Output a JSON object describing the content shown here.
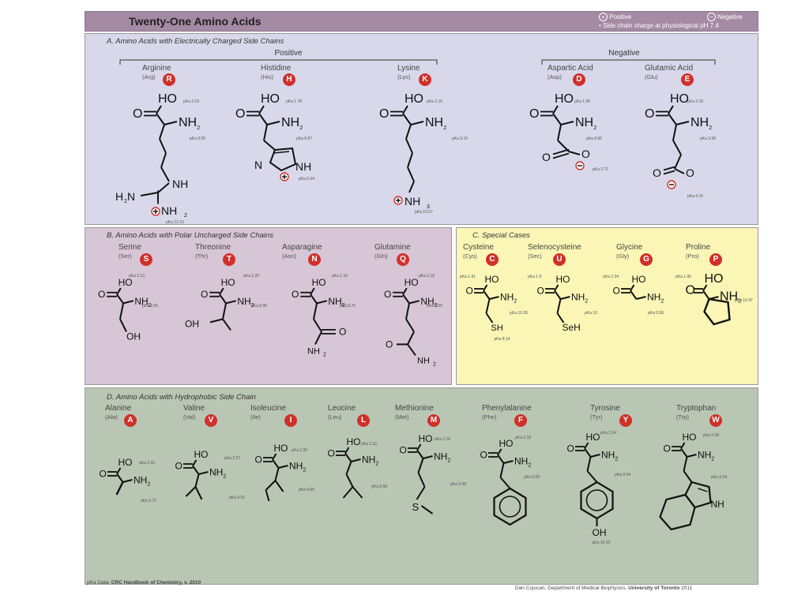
{
  "header": {
    "title": "Twenty-One Amino Acids",
    "legend_positive": "Positive",
    "legend_negative": "Negative",
    "legend_note": "• Side chain charge at physiological pH 7.4"
  },
  "panels": {
    "a": {
      "title": "A.   Amino Acids with Electrically Charged Side Chains",
      "positive": "Positive",
      "negative": "Negative"
    },
    "b": {
      "title": "B.   Amino Acids with Polar Uncharged Side Chains"
    },
    "c": {
      "title": "C.   Special Cases"
    },
    "d": {
      "title": "D.   Amino Acids with Hydrophobic Side Chain"
    }
  },
  "acids": [
    {
      "name": "Arginine",
      "abbr": "(Arg)",
      "letter": "R"
    },
    {
      "name": "Histidine",
      "abbr": "(His)",
      "letter": "H"
    },
    {
      "name": "Lysine",
      "abbr": "(Lys)",
      "letter": "K"
    },
    {
      "name": "Aspartic Acid",
      "abbr": "(Asp)",
      "letter": "D"
    },
    {
      "name": "Glutamic Acid",
      "abbr": "(Glu)",
      "letter": "E"
    },
    {
      "name": "Serine",
      "abbr": "(Ser)",
      "letter": "S"
    },
    {
      "name": "Threonine",
      "abbr": "(Thr)",
      "letter": "T"
    },
    {
      "name": "Asparagine",
      "abbr": "(Asn)",
      "letter": "N"
    },
    {
      "name": "Glutamine",
      "abbr": "(Gln)",
      "letter": "Q"
    },
    {
      "name": "Cysteine",
      "abbr": "(Cys)",
      "letter": "C"
    },
    {
      "name": "Selenocysteine",
      "abbr": "(Sec)",
      "letter": "U"
    },
    {
      "name": "Glycine",
      "abbr": "(Gly)",
      "letter": "G"
    },
    {
      "name": "Proline",
      "abbr": "(Pro)",
      "letter": "P"
    },
    {
      "name": "Alanine",
      "abbr": "(Ala)",
      "letter": "A"
    },
    {
      "name": "Valine",
      "abbr": "(Val)",
      "letter": "V"
    },
    {
      "name": "Isoleucine",
      "abbr": "(Ile)",
      "letter": "I"
    },
    {
      "name": "Leucine",
      "abbr": "(Leu)",
      "letter": "L"
    },
    {
      "name": "Methionine",
      "abbr": "(Met)",
      "letter": "M"
    },
    {
      "name": "Phenylalanine",
      "abbr": "(Phe)",
      "letter": "F"
    },
    {
      "name": "Tyrosine",
      "abbr": "(Tyr)",
      "letter": "Y"
    },
    {
      "name": "Tryptophan",
      "abbr": "(Trp)",
      "letter": "W"
    }
  ],
  "labels": {
    "ho": "HO",
    "o": "O",
    "nh2": "NH",
    "sub2": "2",
    "sub3": "3",
    "nh": "NH",
    "n": "N",
    "h2n": "H",
    "oh": "OH",
    "sh": "SH",
    "seh": "SeH",
    "s": "S"
  },
  "pka": [
    "pKa 2.03",
    "pKa 9.00",
    "pKa 12.10",
    "pKa 1.78",
    "pKa 8.97",
    "pKa 6.04",
    "pKa 2.15",
    "pKa 9.16",
    "pKa 10.67",
    "pKa 1.95",
    "pKa 9.66",
    "pKa 3.71",
    "pKa 2.16",
    "pKa 9.58",
    "pKa 4.15",
    "pKa 2.13",
    "pKa 9.05",
    "pKa 2.20",
    "pKa 8.96",
    "pKa 2.16",
    "pKa 8.76",
    "pKa 2.18",
    "pKa 9.00",
    "pKa 1.91",
    "pKa 10.28",
    "pKa 8.14",
    "pKa 1.9",
    "pKa 10",
    "pKa 2.34",
    "pKa 9.58",
    "pKa 1.95",
    "pKa 10.47",
    "pKa 2.33",
    "pKa 9.71",
    "pKa 2.27",
    "pKa 9.52",
    "pKa 2.26",
    "pKa 9.60",
    "pKa 2.32",
    "pKa 9.58",
    "pKa 2.16",
    "pKa 9.08",
    "pKa 2.18",
    "pKa 9.09",
    "pKa 2.24",
    "pKa 9.04",
    "pKa 10.10",
    "pKa 2.38",
    "pKa 9.34"
  ],
  "credits": {
    "source_label": "pKa Data: ",
    "source": "CRC Handbook of Chemistry, v. 2010",
    "author": "Dan Cojocari, Department of Medical Biophysics, ",
    "uni": "University of Toronto",
    "year": " 2011"
  }
}
